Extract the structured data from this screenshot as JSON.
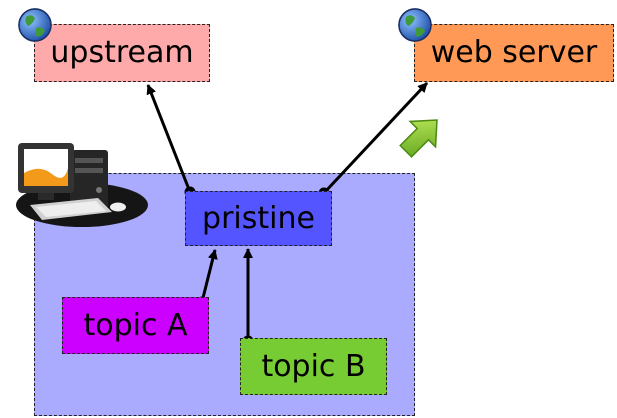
{
  "nodes": {
    "upstream": {
      "label": "upstream",
      "color": "#ffaaaa"
    },
    "web_server": {
      "label": "web server",
      "color": "#ff9955"
    },
    "pristine": {
      "label": "pristine",
      "color": "#5555ff"
    },
    "topic_a": {
      "label": "topic A",
      "color": "#cc00ff"
    },
    "topic_b": {
      "label": "topic B",
      "color": "#77cc33"
    }
  },
  "local_repo": {
    "color": "#aaaaff"
  },
  "icons": [
    "globe-icon",
    "globe-icon",
    "desktop-computer-icon",
    "green-arrow-icon"
  ]
}
